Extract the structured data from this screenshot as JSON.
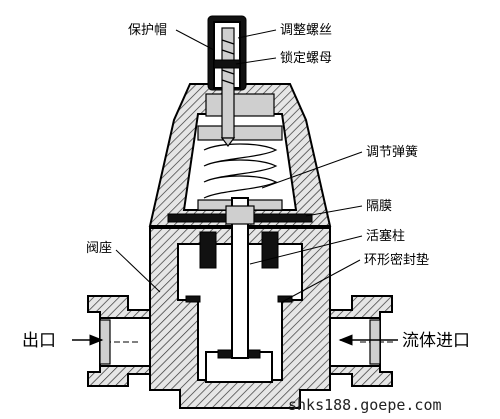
{
  "labels": {
    "protective_cap": "保护帽",
    "adjusting_screw": "调整螺丝",
    "lock_nut": "锁定螺母",
    "adjusting_spring": "调节弹簧",
    "diaphragm": "隔膜",
    "piston_rod": "活塞柱",
    "valve_seat": "阀座",
    "o_ring": "环形密封垫",
    "outlet": "出口",
    "fluid_inlet": "流体进口"
  },
  "watermark": "shks188.goepe.com"
}
